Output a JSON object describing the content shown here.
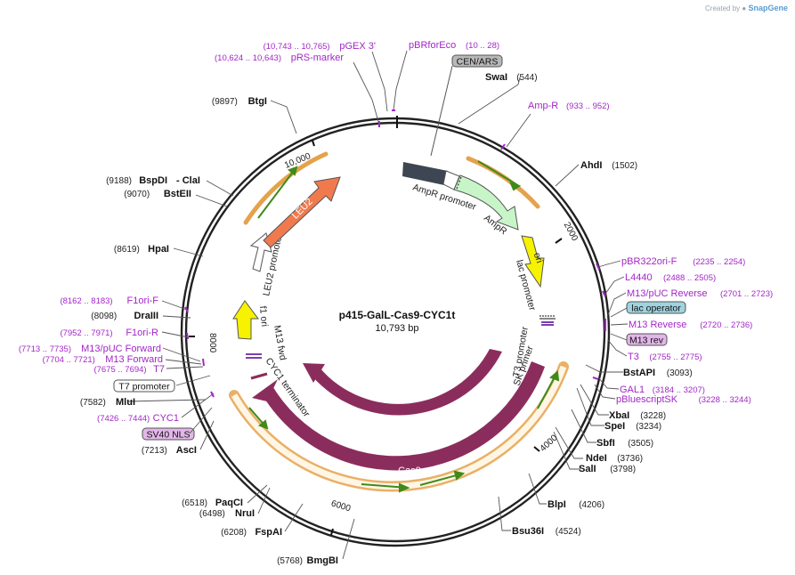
{
  "credit": {
    "prefix": "Created by",
    "brand": "SnapGene"
  },
  "plasmid": {
    "name": "p415-GalL-Cas9-CYC1t",
    "length": "10,793 bp"
  },
  "ticks": [
    "2000",
    "4000",
    "6000",
    "8000",
    "10,000"
  ],
  "sites": [
    {
      "name": "BtgI",
      "pos": "(9897)"
    },
    {
      "name": "BspDI",
      "extra": "- ClaI",
      "pos": "(9188)"
    },
    {
      "name": "BstEII",
      "pos": "(9070)"
    },
    {
      "name": "HpaI",
      "pos": "(8619)"
    },
    {
      "name": "DraIII",
      "pos": "(8098)"
    },
    {
      "name": "MluI",
      "pos": "(7582)"
    },
    {
      "name": "AscI",
      "pos": "(7213)"
    },
    {
      "name": "PaqCI",
      "pos": "(6518)"
    },
    {
      "name": "NruI",
      "pos": "(6498)"
    },
    {
      "name": "FspAI",
      "pos": "(6208)"
    },
    {
      "name": "BmgBI",
      "pos": "(5768)"
    },
    {
      "name": "SwaI",
      "pos": "(544)"
    },
    {
      "name": "AhdI",
      "pos": "(1502)"
    },
    {
      "name": "BstAPI",
      "pos": "(3093)"
    },
    {
      "name": "XbaI",
      "pos": "(3228)"
    },
    {
      "name": "SpeI",
      "pos": "(3234)"
    },
    {
      "name": "SbfI",
      "pos": "(3505)"
    },
    {
      "name": "NdeI",
      "pos": "(3736)"
    },
    {
      "name": "SalI",
      "pos": "(3798)"
    },
    {
      "name": "BlpI",
      "pos": "(4206)"
    },
    {
      "name": "Bsu36I",
      "pos": "(4524)"
    }
  ],
  "primers": [
    {
      "name": "pGEX 3'",
      "pos": "(10,743 .. 10,765)"
    },
    {
      "name": "pRS-marker",
      "pos": "(10,624 .. 10,643)"
    },
    {
      "name": "pBRforEco",
      "pos": "(10 .. 28)"
    },
    {
      "name": "Amp-R",
      "pos": "(933 .. 952)"
    },
    {
      "name": "pBR322ori-F",
      "pos": "(2235 .. 2254)"
    },
    {
      "name": "L4440",
      "pos": "(2488 .. 2505)"
    },
    {
      "name": "M13/pUC Reverse",
      "pos": "(2701 .. 2723)"
    },
    {
      "name": "M13 Reverse",
      "pos": "(2720 .. 2736)"
    },
    {
      "name": "T3",
      "pos": "(2755 .. 2775)"
    },
    {
      "name": "GAL1",
      "pos": "(3184 .. 3207)"
    },
    {
      "name": "pBluescriptSK",
      "pos": "(3228 .. 3244)"
    },
    {
      "name": "F1ori-F",
      "pos": "(8162 .. 8183)"
    },
    {
      "name": "F1ori-R",
      "pos": "(7952 .. 7971)"
    },
    {
      "name": "M13/pUC Forward",
      "pos": "(7713 .. 7735)"
    },
    {
      "name": "M13 Forward",
      "pos": "(7704 .. 7721)"
    },
    {
      "name": "T7",
      "pos": "(7675 .. 7694)"
    },
    {
      "name": "CYC1",
      "pos": "(7426 .. 7444)"
    }
  ],
  "boxes": {
    "cen_ars": "CEN/ARS",
    "lac_operator": "lac operator",
    "m13_rev": "M13 rev",
    "t7_promoter": "T7 promoter",
    "sv40_nls": "SV40 NLS"
  },
  "features": {
    "ampr_promoter": "AmpR promoter",
    "ampr": "AmpR",
    "ori": "ori",
    "lac_promoter": "lac promoter",
    "t3_promoter": "T3 promoter",
    "sk_primer": "SK primer",
    "cas9_inner": "Cas9",
    "cas9_outer": "Cas9",
    "cyc1_terminator": "CYC1 terminator",
    "m13_fwd": "M13 fwd",
    "f1_ori": "f1 ori",
    "leu2_promoter": "LEU2 promoter",
    "leu2": "LEU2"
  },
  "colors": {
    "cas9": "#8b2d5c",
    "leu2": "#f07a4e",
    "ampr": "#c8f5c8",
    "ori": "#f6f200",
    "orf": "#e5a24c",
    "orf_arrow": "#3f8a1a",
    "primer": "#a326c8",
    "backbone": "#222222"
  }
}
